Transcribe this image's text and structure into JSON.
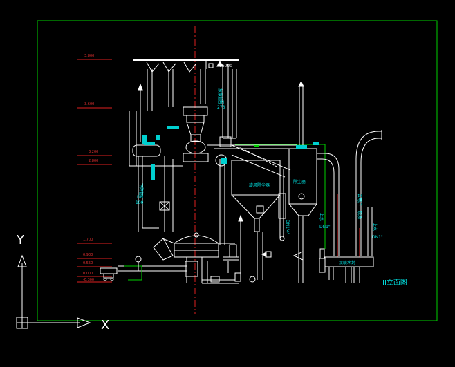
{
  "drawing": {
    "title": "II立面图",
    "colors": {
      "background": "#000000",
      "frame": "#00d000",
      "elevation": "#e02020",
      "label": "#00e0e0",
      "line": "#ffffff"
    }
  },
  "elevations": [
    "3.800",
    "3.600",
    "3.200",
    "2.800",
    "1.700",
    "0.900",
    "0.550",
    "0.000",
    "-0.300"
  ],
  "labels": {
    "pipe_dn_top": "Φ6000",
    "exhaust_pipe": "放散管",
    "exhaust_dn": "DN",
    "exhaust_dn_val": "273",
    "downpipe": "下降管",
    "downpipe_dn": "DN",
    "downpipe_dn_val": "100",
    "dust_remover": "旋风除尘器",
    "dust_tank": "除尘器",
    "mid_pipe": "DN1/4\"",
    "water_in": "上水",
    "water_dn": "DN1\"",
    "user_site": "去用户",
    "user_site2": "现场",
    "water_in2": "上水",
    "water_dn2": "DN1\"",
    "water_seal": "双联水封"
  },
  "ucs": {
    "y_label": "Y",
    "x_label": "X"
  }
}
